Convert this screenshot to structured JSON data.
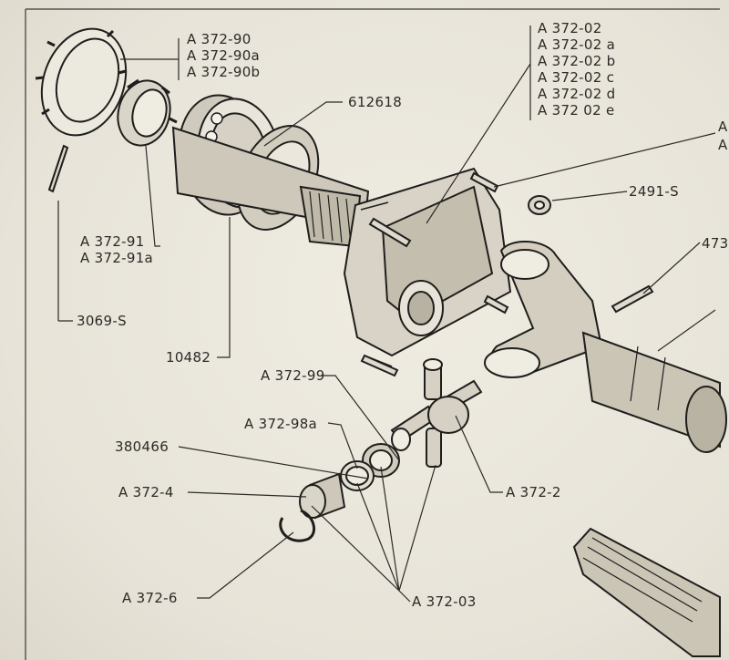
{
  "labels": {
    "l_3729": [
      "A 372-90",
      "A 372-90a",
      "A 372-90b"
    ],
    "l_612618": "612618",
    "l_37202": [
      "A 372-02",
      "A 372-02 a",
      "A 372-02 b",
      "A 372-02 c",
      "A 372-02 d",
      "A 372 02 e"
    ],
    "l_right_a1": "A",
    "l_right_a2": "A",
    "l_2491": "2491-S",
    "l_473": "473",
    "l_37291": [
      "A 372-91",
      "A 372-91a"
    ],
    "l_3069": "3069-S",
    "l_10482": "10482",
    "l_37299": "A 372-99",
    "l_37298a": "A 372-98a",
    "l_380466": "380466",
    "l_3724": "A 372-4",
    "l_3722": "A 372-2",
    "l_3726": "A 372-6",
    "l_37203": "A 372-03"
  }
}
